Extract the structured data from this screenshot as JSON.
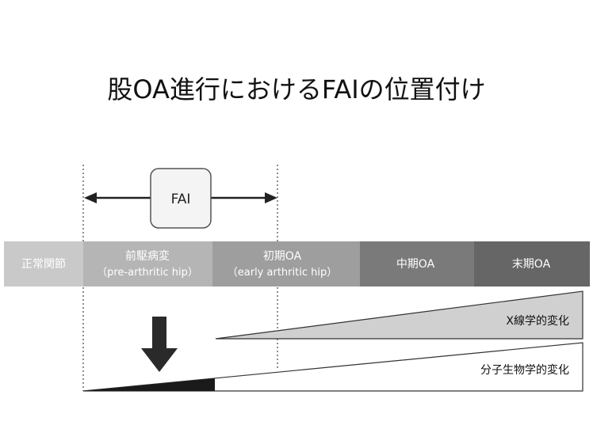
{
  "title": "股OA進行におけるFAIの位置付け",
  "fai_label": "FAI",
  "stages": [
    {
      "label": "正常関節",
      "sub": "",
      "color": "#c9c9c9",
      "text_color": "#111111"
    },
    {
      "label": "前駆病変",
      "sub": "（pre-arthritic hip）",
      "color": "#b5b5b5",
      "text_color": "#ffffff"
    },
    {
      "label": "初期OA",
      "sub": "（early arthritic hip）",
      "color": "#9e9e9e",
      "text_color": "#ffffff"
    },
    {
      "label": "中期OA",
      "sub": "",
      "color": "#7a7a7a",
      "text_color": "#ffffff"
    },
    {
      "label": "末期OA",
      "sub": "",
      "color": "#666666",
      "text_color": "#ffffff"
    }
  ],
  "xray_label": "X線学的変化",
  "molecular_label": "分子生物学的変化",
  "colors": {
    "xray_fill": "#d0d0d0",
    "molecular_fill": "#ffffff",
    "molecular_dark": "#1a1a1a",
    "arrow": "#2a2a2a"
  }
}
